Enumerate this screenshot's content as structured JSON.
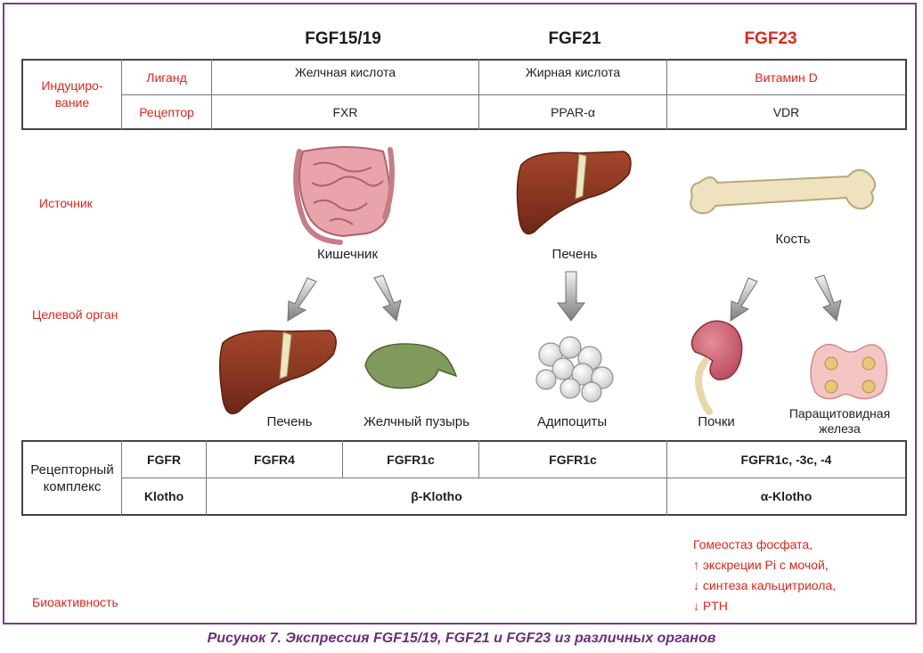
{
  "headers": {
    "fgf15": "FGF15/19",
    "fgf21": "FGF21",
    "fgf23": "FGF23"
  },
  "colors": {
    "accent_red": "#e0251b",
    "frame_purple": "#7b3a8c",
    "caption_purple": "#6a2d80",
    "liver": "#8a3522",
    "arrow": "#8a8a8a"
  },
  "induction": {
    "title": "Индуциро-\nвание",
    "ligand_label": "Лиганд",
    "receptor_label": "Рецептор",
    "ligands": [
      "Желчная кислота",
      "Жирная кислота",
      "Витамин D"
    ],
    "receptors": [
      "FXR",
      "PPAR-α",
      "VDR"
    ]
  },
  "rows": {
    "source": "Источник",
    "target": "Целевой орган",
    "bioactivity": "Биоактивность"
  },
  "sources": {
    "intestine": "Кишечник",
    "liver": "Печень",
    "bone": "Кость"
  },
  "targets": {
    "liver": "Печень",
    "gallbladder": "Желчный пузырь",
    "adipocytes": "Адипоциты",
    "kidneys": "Почки",
    "parathyroid": "Паращитовидная железа"
  },
  "receptor_complex": {
    "title": "Рецепторный комплекс",
    "fgfr_label": "FGFR",
    "klotho_label": "Klotho",
    "fgfr": [
      "FGFR4",
      "FGFR1c",
      "FGFR1c",
      "FGFR1c, -3c, -4"
    ],
    "klotho": [
      "β-Klotho",
      "α-Klotho"
    ]
  },
  "bioactivity_lines": [
    "Гомеостаз фосфата,",
    "↑ экскреции Pi с мочой,",
    "↓ синтеза кальцитриола,",
    "↓ PTH"
  ],
  "caption": "Рисунок 7. Экспрессия FGF15/19, FGF21 и FGF23 из различных органов",
  "icons": [
    "intestine-icon",
    "liver-icon",
    "bone-icon",
    "arrow-down-icon",
    "gallbladder-icon",
    "adipocytes-icon",
    "kidney-icon",
    "parathyroid-icon"
  ]
}
